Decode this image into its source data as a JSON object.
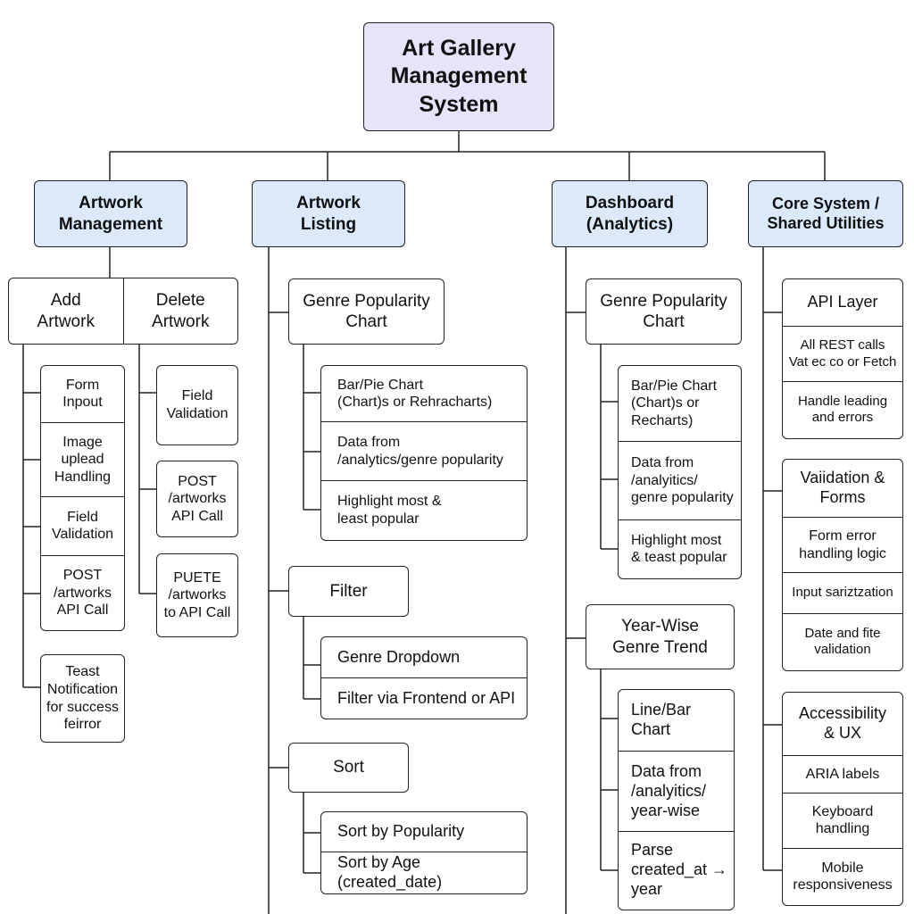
{
  "root": "Art Gallery\nManagement\nSystem",
  "categories": {
    "artwork_management": "Artwork\nManagement",
    "artwork_listing": "Artwork\nListing",
    "dashboard": "Dashboard\n(Analytics)",
    "core": "Core System  /\nShared Utilities"
  },
  "artwork_management": {
    "add": "Add\nArtwork",
    "delete": "Delete\nArtwork",
    "add_items": [
      "Form\nInpout",
      "Image\nuplead\nHandling",
      "Field\nValidation",
      "POST\n/artworks\nAPI Call"
    ],
    "toast": "Teast\nNotification\nfor success\nfeirror",
    "delete_items": [
      "Field\nValidation",
      "POST\n/artworks\nAPI Call",
      "PUETE\n/artworks\nto API Call"
    ]
  },
  "artwork_listing": {
    "genre_chart": "Genre Popularity\nChart",
    "genre_chart_items": [
      "Bar/Pie Chart\n(Chart)s or Rehracharts)",
      "Data from\n/analytics/genre popularity",
      "Highlight most &\nleast popular"
    ],
    "filter": "Filter",
    "filter_items": [
      "Genre Dropdown",
      "Filter via Frontend or API"
    ],
    "sort": "Sort",
    "sort_items": [
      "Sort by Popularity",
      "Sort by Age (created_date)"
    ]
  },
  "dashboard": {
    "genre_chart": "Genre Popularity\nChart",
    "genre_chart_items": [
      "Bar/Pie Chart\n(Chart)s or\nRecharts)",
      "Data from\n/analyitics/\ngenre popularity",
      "Highlight most\n& teast popular"
    ],
    "year_trend": "Year-Wise\nGenre Trend",
    "year_trend_items": [
      "Line/Bar\nChart",
      "Data from\n/analyitics/\nyear-wise",
      "Parse\ncreated_at →\nyear"
    ]
  },
  "core": {
    "api_group": [
      "API Layer",
      "All REST calls\nVat ec co or Fetch",
      "Handle leading\nand errors"
    ],
    "validation_group": [
      "Vaiidation &\nForms",
      "Form error\nhandling logic",
      "Input sariztzation",
      "Date and fite\nvalidation"
    ],
    "accessibility_group": [
      "Accessibility\n& UX",
      "ARIA labels",
      "Keyboard\nhandling",
      "Mobile\nresponsiveness"
    ]
  }
}
